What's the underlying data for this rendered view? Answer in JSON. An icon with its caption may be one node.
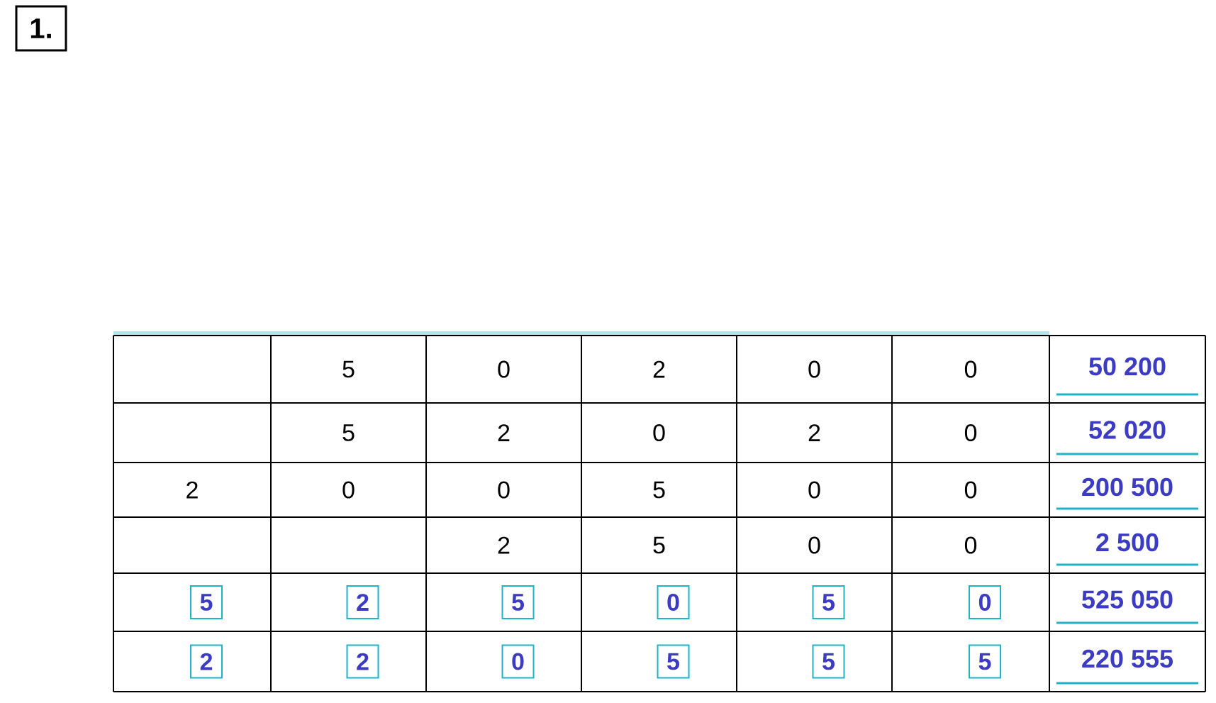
{
  "diagram": {
    "labels": [
      "1.",
      "5",
      "0",
      "2",
      "0",
      "0",
      "50 200",
      "5",
      "2",
      "0",
      "2",
      "0",
      "52 020",
      "2",
      "0",
      "0",
      "5",
      "0",
      "0",
      "200 500",
      "2",
      "5",
      "0",
      "0",
      "2 500",
      "5",
      "2",
      "5",
      "0",
      "5",
      "0",
      "525 050",
      "2",
      "2",
      "0",
      "5",
      "5",
      "5",
      "220 555"
    ]
  }
}
